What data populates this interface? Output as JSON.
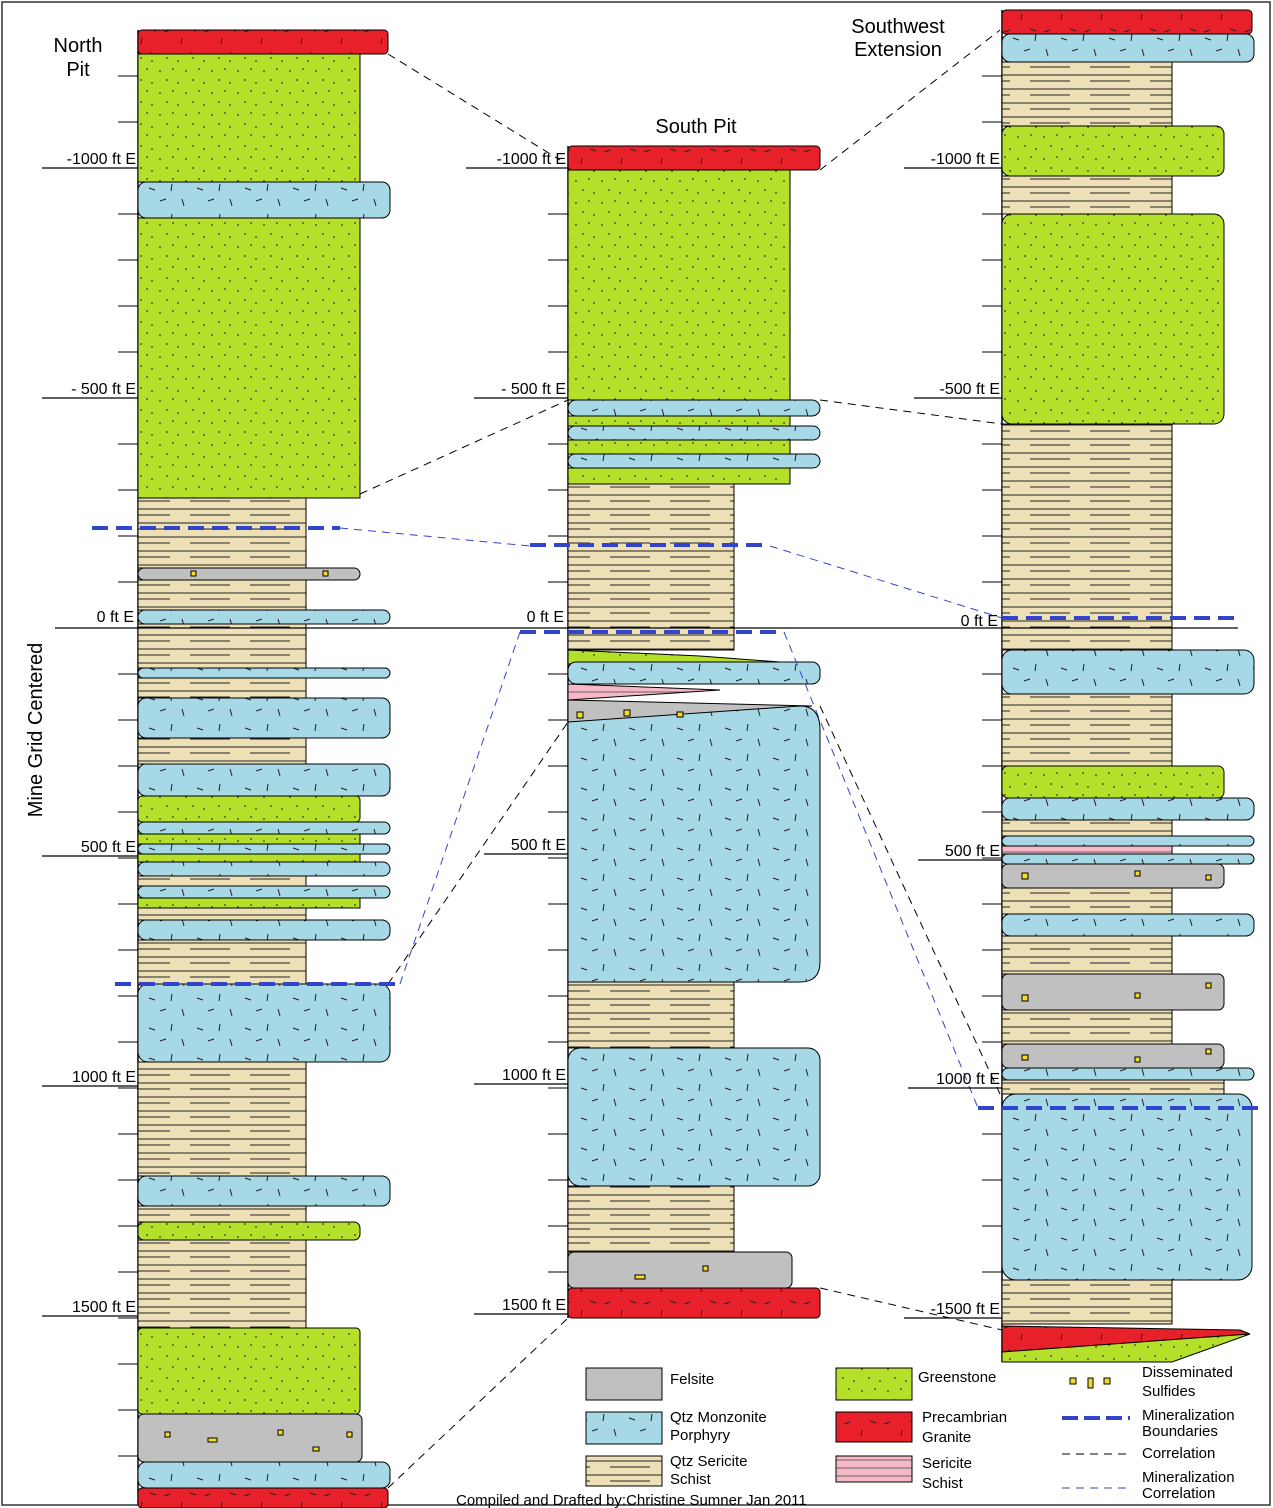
{
  "title_north": [
    "North",
    "Pit"
  ],
  "title_south": "South Pit",
  "title_southwest": [
    "Southwest",
    "Extension"
  ],
  "vertical_axis_label": "Mine Grid Centered",
  "depth_labels": {
    "north": [
      "-1000 ft E",
      "- 500 ft E",
      "0 ft E",
      "500 ft E",
      "1000 ft E",
      "1500 ft E"
    ],
    "south": [
      "-1000 ft E",
      "- 500 ft E",
      "0 ft E",
      "500 ft E",
      "1000 ft E",
      "1500 ft E"
    ],
    "southwest": [
      "-1000 ft E",
      "-500 ft E",
      "0 ft E",
      "500 ft E",
      "1000 ft E",
      "-1500 ft E"
    ]
  },
  "legend": {
    "felsite": "Felsite",
    "qtz_monzonite": [
      "Qtz Monzonite",
      "Porphyry"
    ],
    "qtz_sericite": [
      "Qtz Sericite",
      "Schist"
    ],
    "greenstone": "Greenstone",
    "granite": [
      "Precambrian",
      "Granite"
    ],
    "sericite": [
      "Sericite",
      "Schist"
    ],
    "sulfides": [
      "Disseminated",
      "Sulfides"
    ],
    "min_boundaries": [
      "Mineralization",
      "Boundaries"
    ],
    "correlation": "Correlation",
    "min_correlation": [
      "Mineralization",
      "Correlation"
    ]
  },
  "credit": "Compiled and Drafted  by:Christine Sumner Jan 2011",
  "colors": {
    "felsite": "#c0c0c0",
    "qtz_monzonite": "#a6d8e6",
    "qtz_sericite": "#ede0b6",
    "greenstone": "#b5e02a",
    "granite": "#e8202a",
    "sericite": "#f5b8c6",
    "mineralization_line": "#3344cc",
    "correlation_line": "#000000"
  }
}
